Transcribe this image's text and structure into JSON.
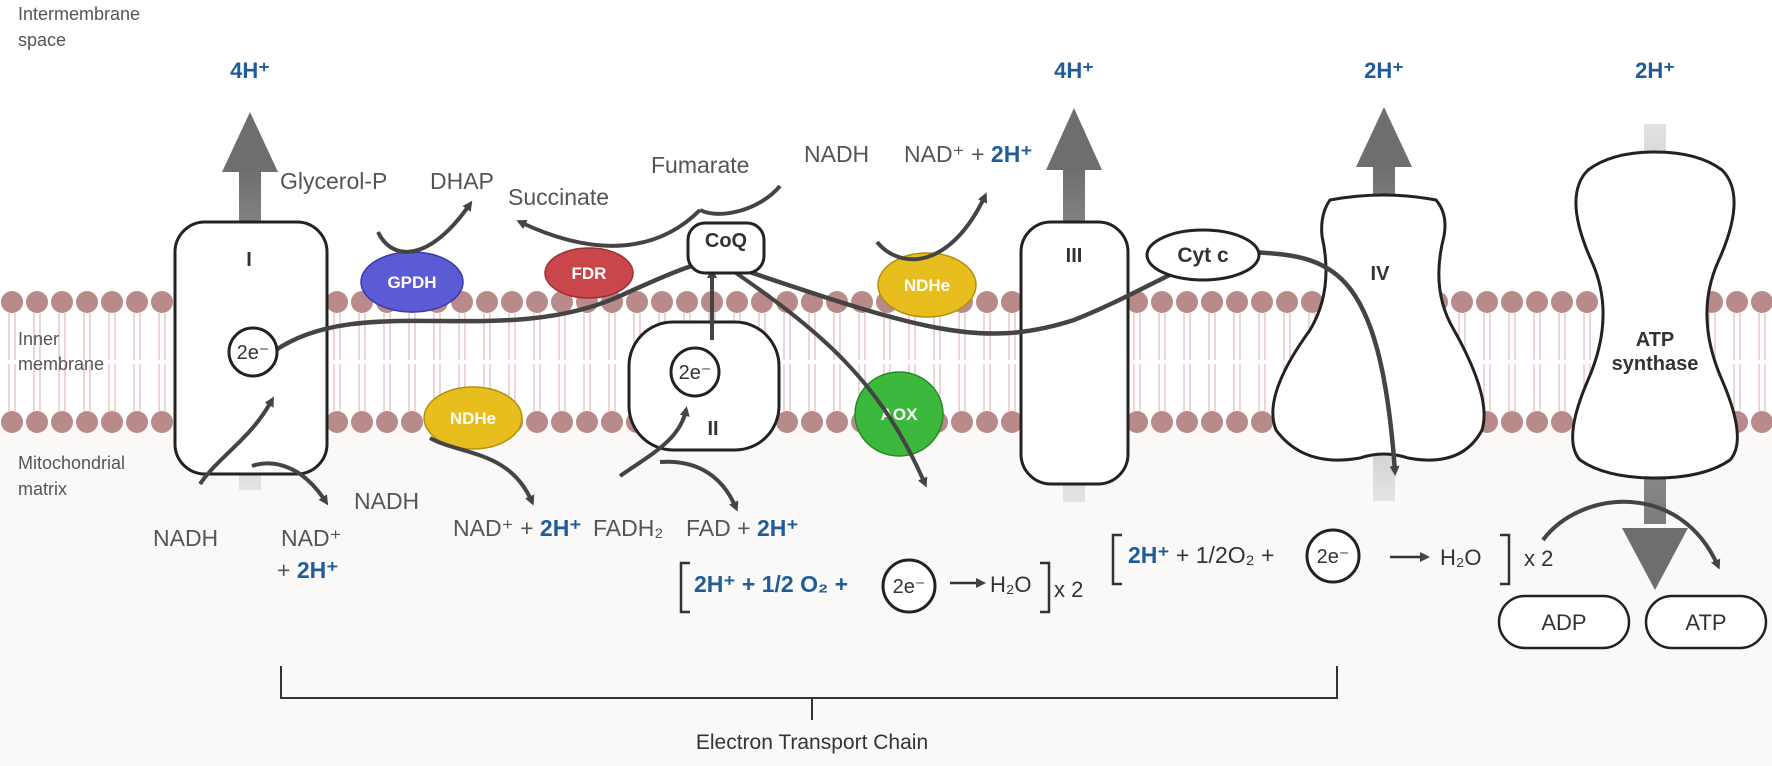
{
  "regions": {
    "intermembrane": [
      "Intermembrane",
      "space"
    ],
    "inner": [
      "Inner",
      "membrane"
    ],
    "matrix": [
      "Mitochondrial",
      "matrix"
    ]
  },
  "protons": {
    "c1": "4H⁺",
    "c3": "4H⁺",
    "c4": "2H⁺",
    "atp": "2H⁺"
  },
  "complexes": {
    "c1": "I",
    "c2": "II",
    "c3": "III",
    "c4": "IV",
    "coq": "CoQ",
    "cytc": "Cyt c",
    "atp": [
      "ATP",
      "synthase"
    ]
  },
  "enzymes": {
    "gpdh": "GPDH",
    "fdr": "FDR",
    "ndhe_top": "NDHe",
    "ndhe_bottom": "NDHe",
    "aox": "AOX"
  },
  "electrons": "2e⁻",
  "substrates": {
    "glycerol_p": "Glycerol-P",
    "dhap": "DHAP",
    "succinate": "Succinate",
    "fumarate": "Fumarate",
    "nadh_top": "NADH",
    "nad_top_prefix": "NAD⁺ + ",
    "nad_top_h": "2H⁺",
    "nadh_c1": "NADH",
    "nad_c1_a": "NAD⁺",
    "nad_c1_prefix": "+ ",
    "nad_c1_h": "2H⁺",
    "nadh_mid": "NADH",
    "nad_mid_prefix": "NAD⁺ + ",
    "nad_mid_h": "2H⁺",
    "fadh2": "FADH₂",
    "fad_prefix": "FAD + ",
    "fad_h": "2H⁺",
    "adp": "ADP",
    "atp": "ATP"
  },
  "equations": {
    "aox_reaction": "2H⁺ + 1/2 O₂ +",
    "aox_product": "H₂O",
    "aox_mult": "x 2",
    "c4_h": "2H⁺",
    "c4_reaction": " + 1/2O₂ +",
    "c4_product": "H₂O",
    "c4_mult": "x 2"
  },
  "etc_label": "Electron Transport Chain",
  "colors": {
    "gpdh": "#5b5bd6",
    "fdr": "#c9474b",
    "ndhe": "#e8bd1e",
    "aox": "#3cb83c",
    "proton_blue": "#1f5c99",
    "lipid_head": "#b98a8a",
    "arrow_gray": "#6e6e6e"
  }
}
